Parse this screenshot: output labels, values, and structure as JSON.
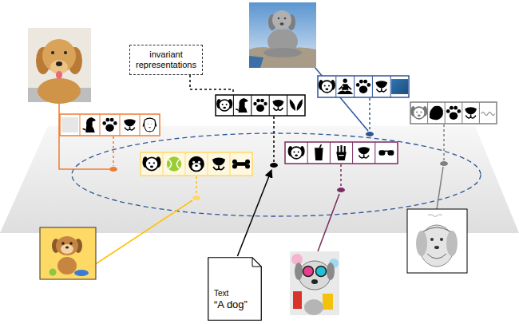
{
  "diagram": {
    "nodes": [
      {
        "text": [
          "invariant representations"
        ]
      },
      {
        "text": [
          "Text",
          "“A dog”"
        ]
      }
    ]
  }
}
